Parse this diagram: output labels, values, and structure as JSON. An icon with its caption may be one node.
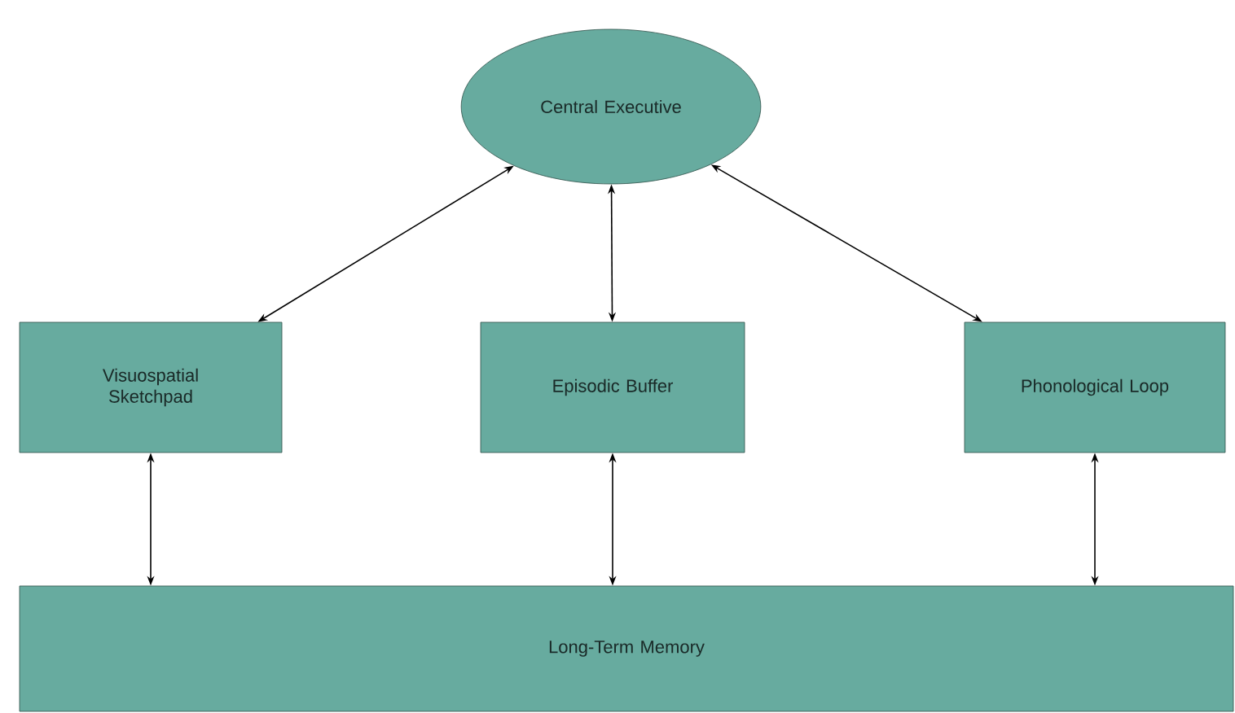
{
  "diagram": {
    "nodes": [
      {
        "text": [
          "Central Executive"
        ]
      },
      {
        "text": [
          "Visuospatial Sketchpad"
        ]
      },
      {
        "text": [
          "Episodic Buffer"
        ]
      },
      {
        "text": [
          "Phonological Loop"
        ]
      },
      {
        "text": [
          "Long-Term Memory"
        ]
      }
    ],
    "edges": [
      {
        "from": 0,
        "to": 1,
        "arrow": "both"
      },
      {
        "from": 0,
        "to": 2,
        "arrow": "both"
      },
      {
        "from": 0,
        "to": 3,
        "arrow": "both"
      },
      {
        "from": 1,
        "to": 4,
        "arrow": "both"
      },
      {
        "from": 2,
        "to": 4,
        "arrow": "both"
      },
      {
        "from": 3,
        "to": 4,
        "arrow": "both"
      }
    ]
  }
}
